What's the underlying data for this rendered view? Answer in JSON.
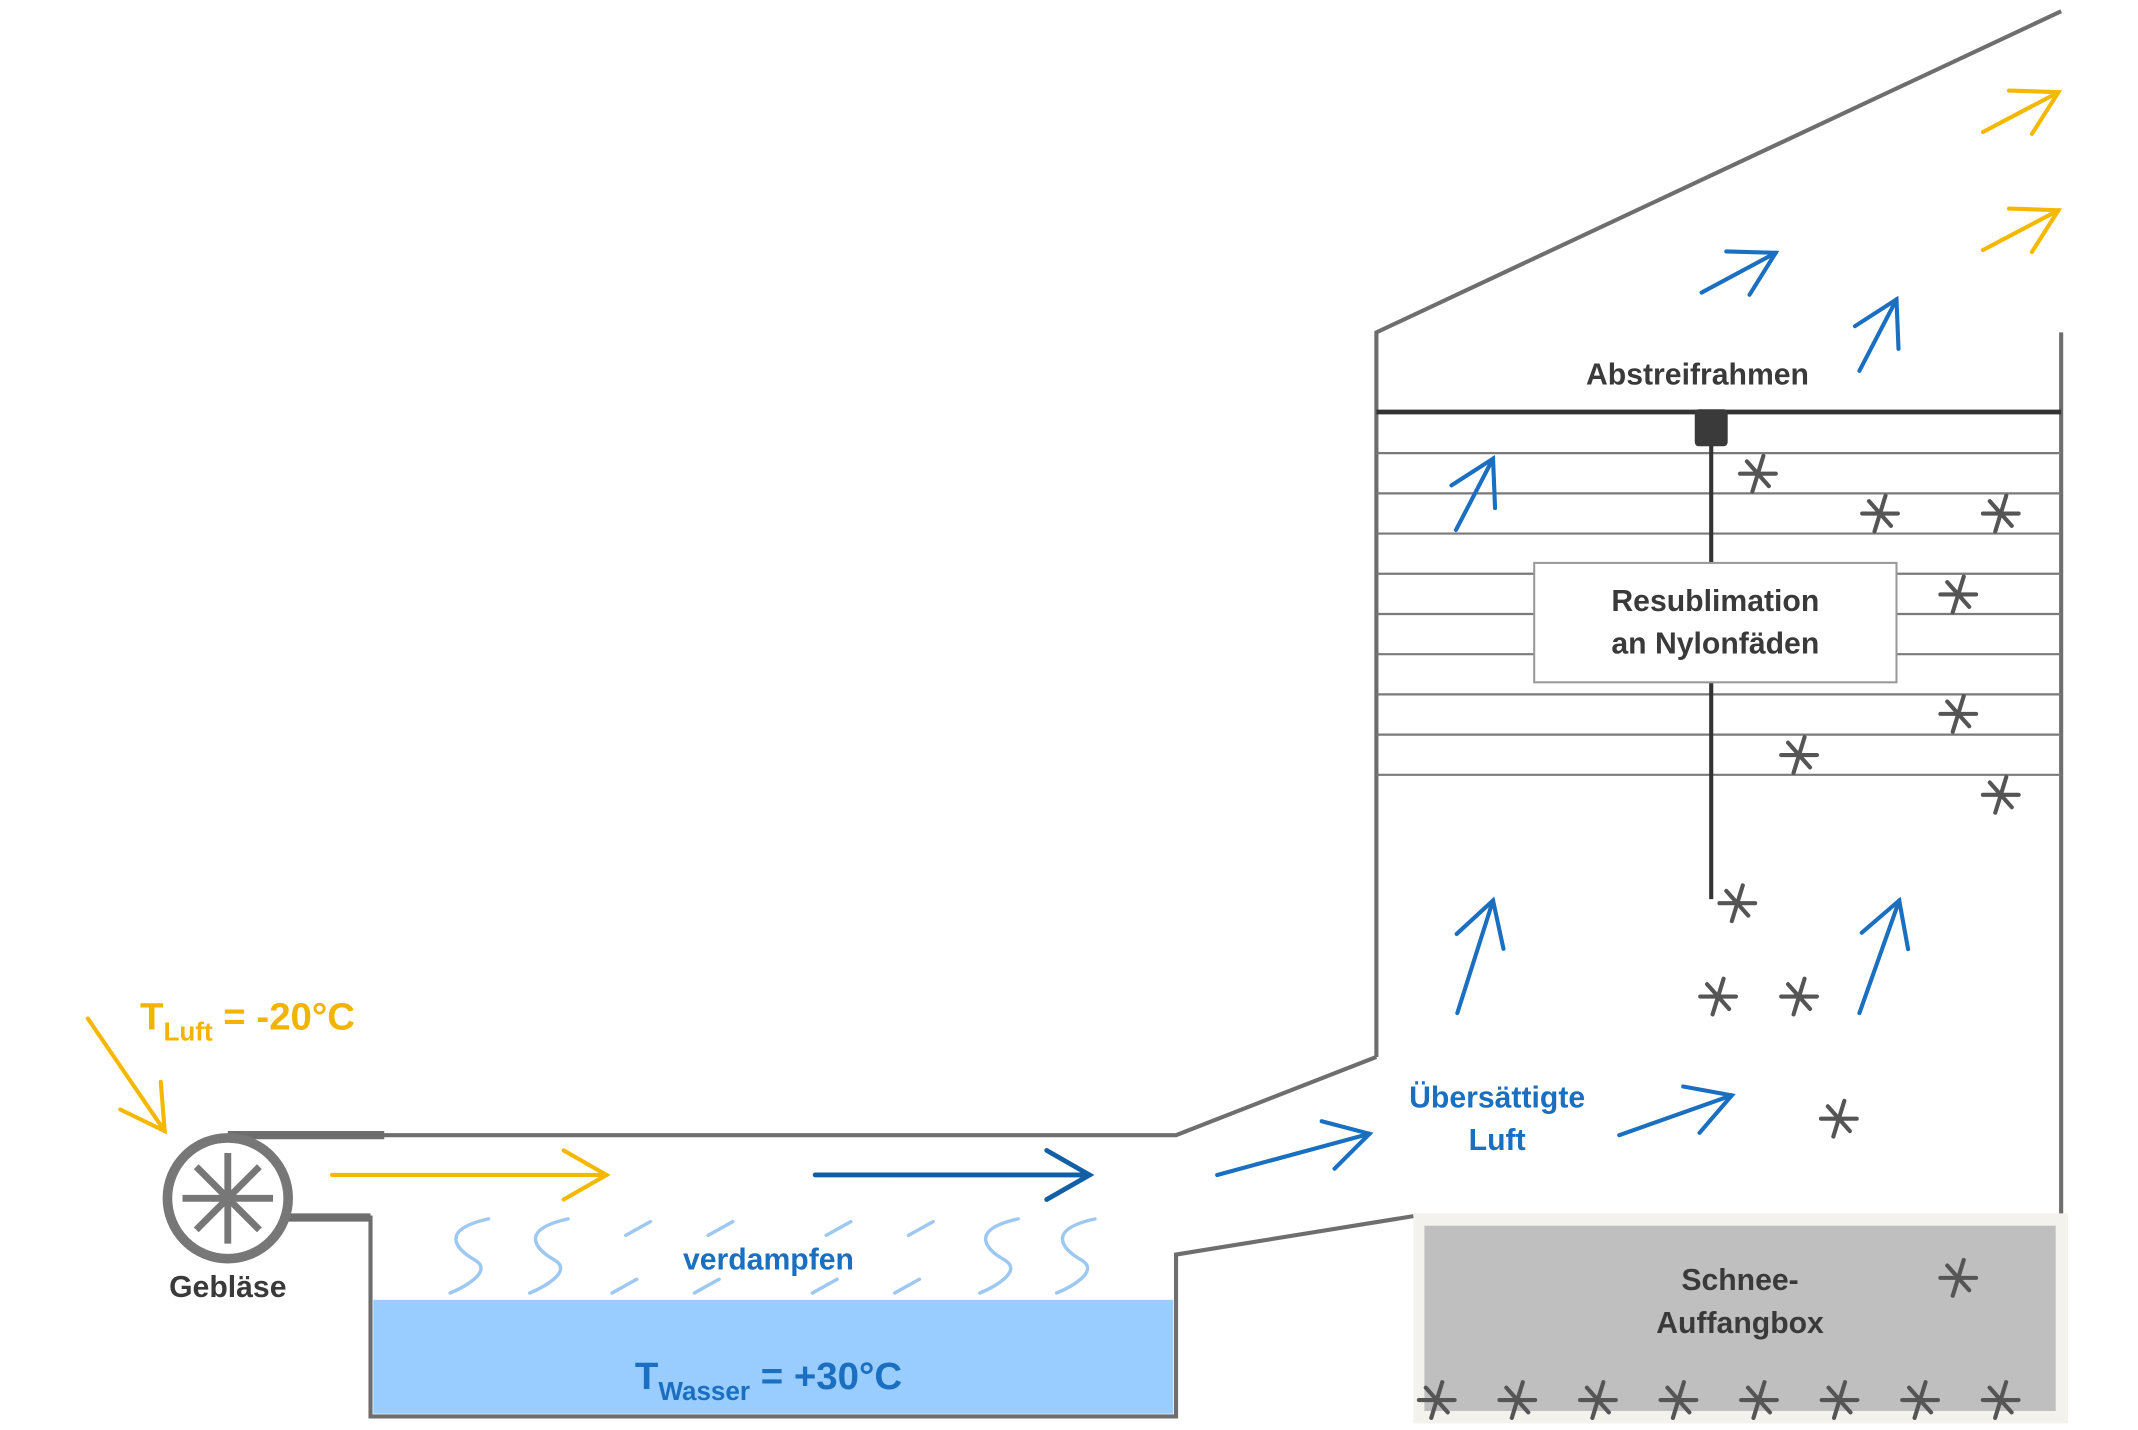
{
  "diagram": {
    "title": "Schneeerzeugung durch Resublimation",
    "labels": {
      "air_temp_symbol": "T",
      "air_temp_sub": "Luft",
      "air_temp_value": " = -20°C",
      "fan": "Gebläse",
      "evaporate": "verdampfen",
      "water_temp_symbol": "T",
      "water_temp_sub": "Wasser",
      "water_temp_value": " = +30°C",
      "supersaturated_line1": "Übersättigte",
      "supersaturated_line2": "Luft",
      "scraper_frame": "Abstreifrahmen",
      "resublimation_line1": "Resublimation",
      "resublimation_line2": "an Nylonfäden",
      "snow_box_line1": "Schnee-",
      "snow_box_line2": "Auffangbox"
    },
    "colors": {
      "cold_air": "#f5b800",
      "humid_air": "#1a6fc0",
      "water": "#99ccff",
      "vapor": "#9cc8f2",
      "walls": "#6e6e6e",
      "snow_box": "#bfbfbf",
      "snowflake": "#555555"
    },
    "icons": {
      "fan": "fan-icon",
      "snowflake": "snowflake-icon",
      "arrow": "flow-arrow-icon"
    },
    "filament_count": 9,
    "snowflakes_on_floor": 8
  }
}
